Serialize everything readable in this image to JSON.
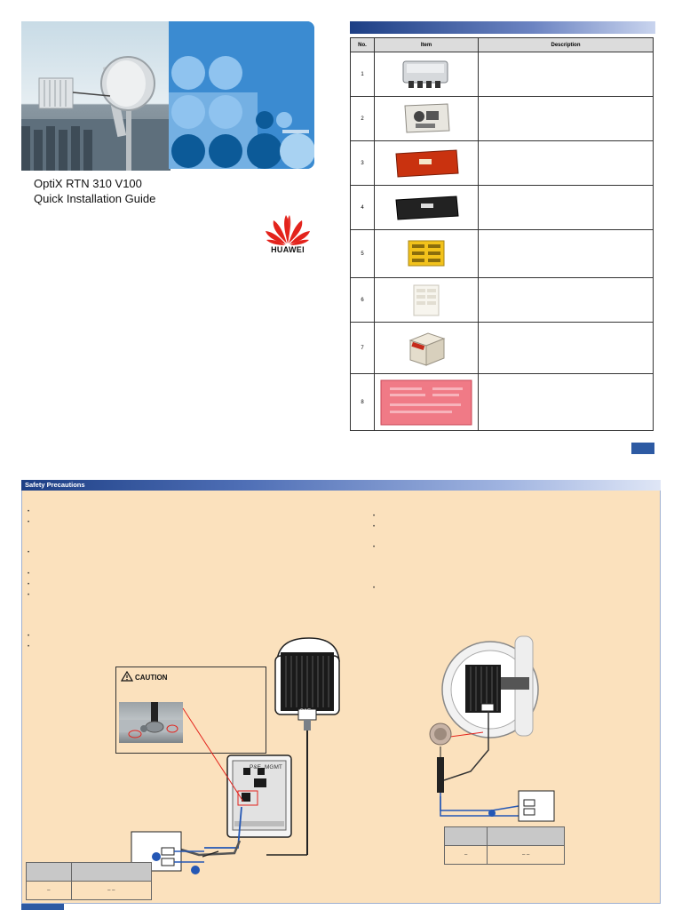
{
  "cover": {
    "title_line1": "OptiX RTN 310 V100",
    "title_line2": "Quick Installation Guide",
    "brand": "HUAWEI"
  },
  "packing_list": {
    "headers": [
      "No.",
      "Item",
      "Description"
    ],
    "rows": [
      {
        "no": "1",
        "item_icon": "odu-unit-icon",
        "description": ""
      },
      {
        "no": "2",
        "item_icon": "accessory-bag-icon",
        "description": ""
      },
      {
        "no": "3",
        "item_icon": "red-cable-tie-bag-icon",
        "description": ""
      },
      {
        "no": "4",
        "item_icon": "black-cable-tie-bag-icon",
        "description": ""
      },
      {
        "no": "5",
        "item_icon": "yellow-label-sheet-icon",
        "description": ""
      },
      {
        "no": "6",
        "item_icon": "white-label-sheet-icon",
        "description": ""
      },
      {
        "no": "7",
        "item_icon": "packing-box-icon",
        "description": ""
      },
      {
        "no": "8",
        "item_icon": "document-bag-icon",
        "description": ""
      }
    ]
  },
  "safety": {
    "title": "Safety Precautions",
    "caution_label": "CAUTION",
    "port_labels": {
      "pe_top": "P&E",
      "pe_box": "P&E",
      "mgmt": "MGMT"
    },
    "table_left": {
      "headers": [
        "",
        ""
      ],
      "cells": [
        "–",
        "–   –"
      ]
    },
    "table_right": {
      "headers": [
        "",
        ""
      ],
      "cells": [
        "–",
        "–   –"
      ]
    }
  },
  "colors": {
    "accent_blue": "#2d5aa3",
    "panel_bg": "#fbe1bd",
    "huawei_red": "#e3231c"
  }
}
